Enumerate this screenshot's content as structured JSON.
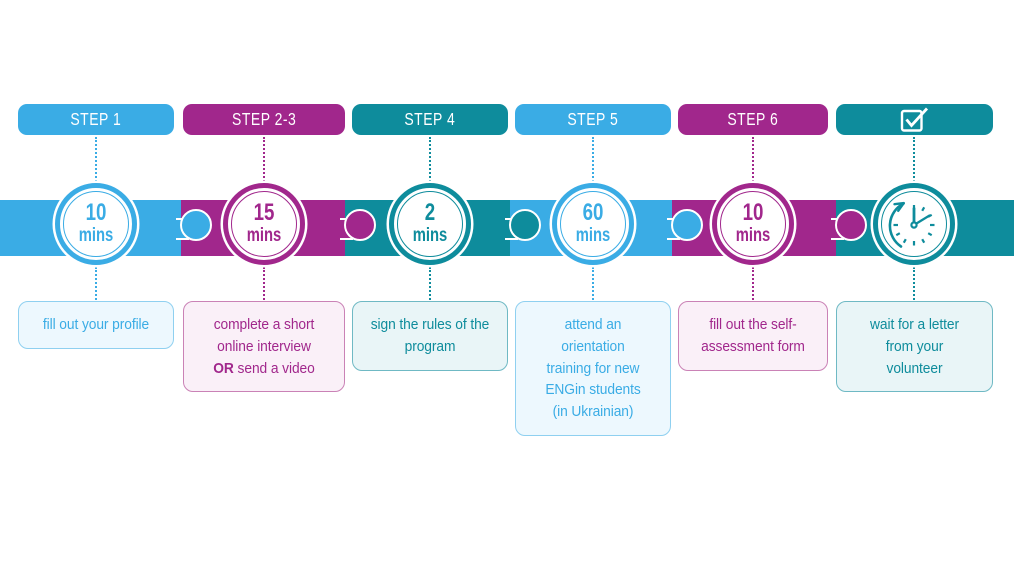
{
  "colors": {
    "blue": "#3AACE5",
    "magenta": "#A1278C",
    "teal": "#0E8C9C",
    "blue_box_bg": "#EDF8FE",
    "blue_box_border": "#8FD0F0",
    "magenta_box_bg": "#FAF0F8",
    "magenta_box_border": "#CA82B6",
    "teal_box_bg": "#E9F5F7",
    "teal_box_border": "#6FB9C4",
    "background": "#FFFFFF"
  },
  "steps": [
    {
      "label": "STEP 1",
      "theme": "blue",
      "time": "10",
      "unit": "mins",
      "desc": "fill out your profile",
      "desc_bold": "",
      "desc_after": ""
    },
    {
      "label": "STEP 2-3",
      "theme": "magenta",
      "time": "15",
      "unit": "mins",
      "desc": "complete a short online interview ",
      "desc_bold": "OR",
      "desc_after": " send a video"
    },
    {
      "label": "STEP 4",
      "theme": "teal",
      "time": "2",
      "unit": "mins",
      "desc": "sign the rules of the program",
      "desc_bold": "",
      "desc_after": ""
    },
    {
      "label": "STEP 5",
      "theme": "blue",
      "time": "60",
      "unit": "mins",
      "desc": "attend an orientation training for new ENGin students (in Ukrainian)",
      "desc_bold": "",
      "desc_after": ""
    },
    {
      "label": "STEP 6",
      "theme": "magenta",
      "time": "10",
      "unit": "mins",
      "desc": "fill out the self-assessment form",
      "desc_bold": "",
      "desc_after": ""
    },
    {
      "label": "",
      "header_icon": "checkbox-check-icon",
      "theme": "teal",
      "time_icon": "clock-history-icon",
      "desc": "wait for a letter from your volunteer",
      "desc_bold": "",
      "desc_after": ""
    }
  ]
}
